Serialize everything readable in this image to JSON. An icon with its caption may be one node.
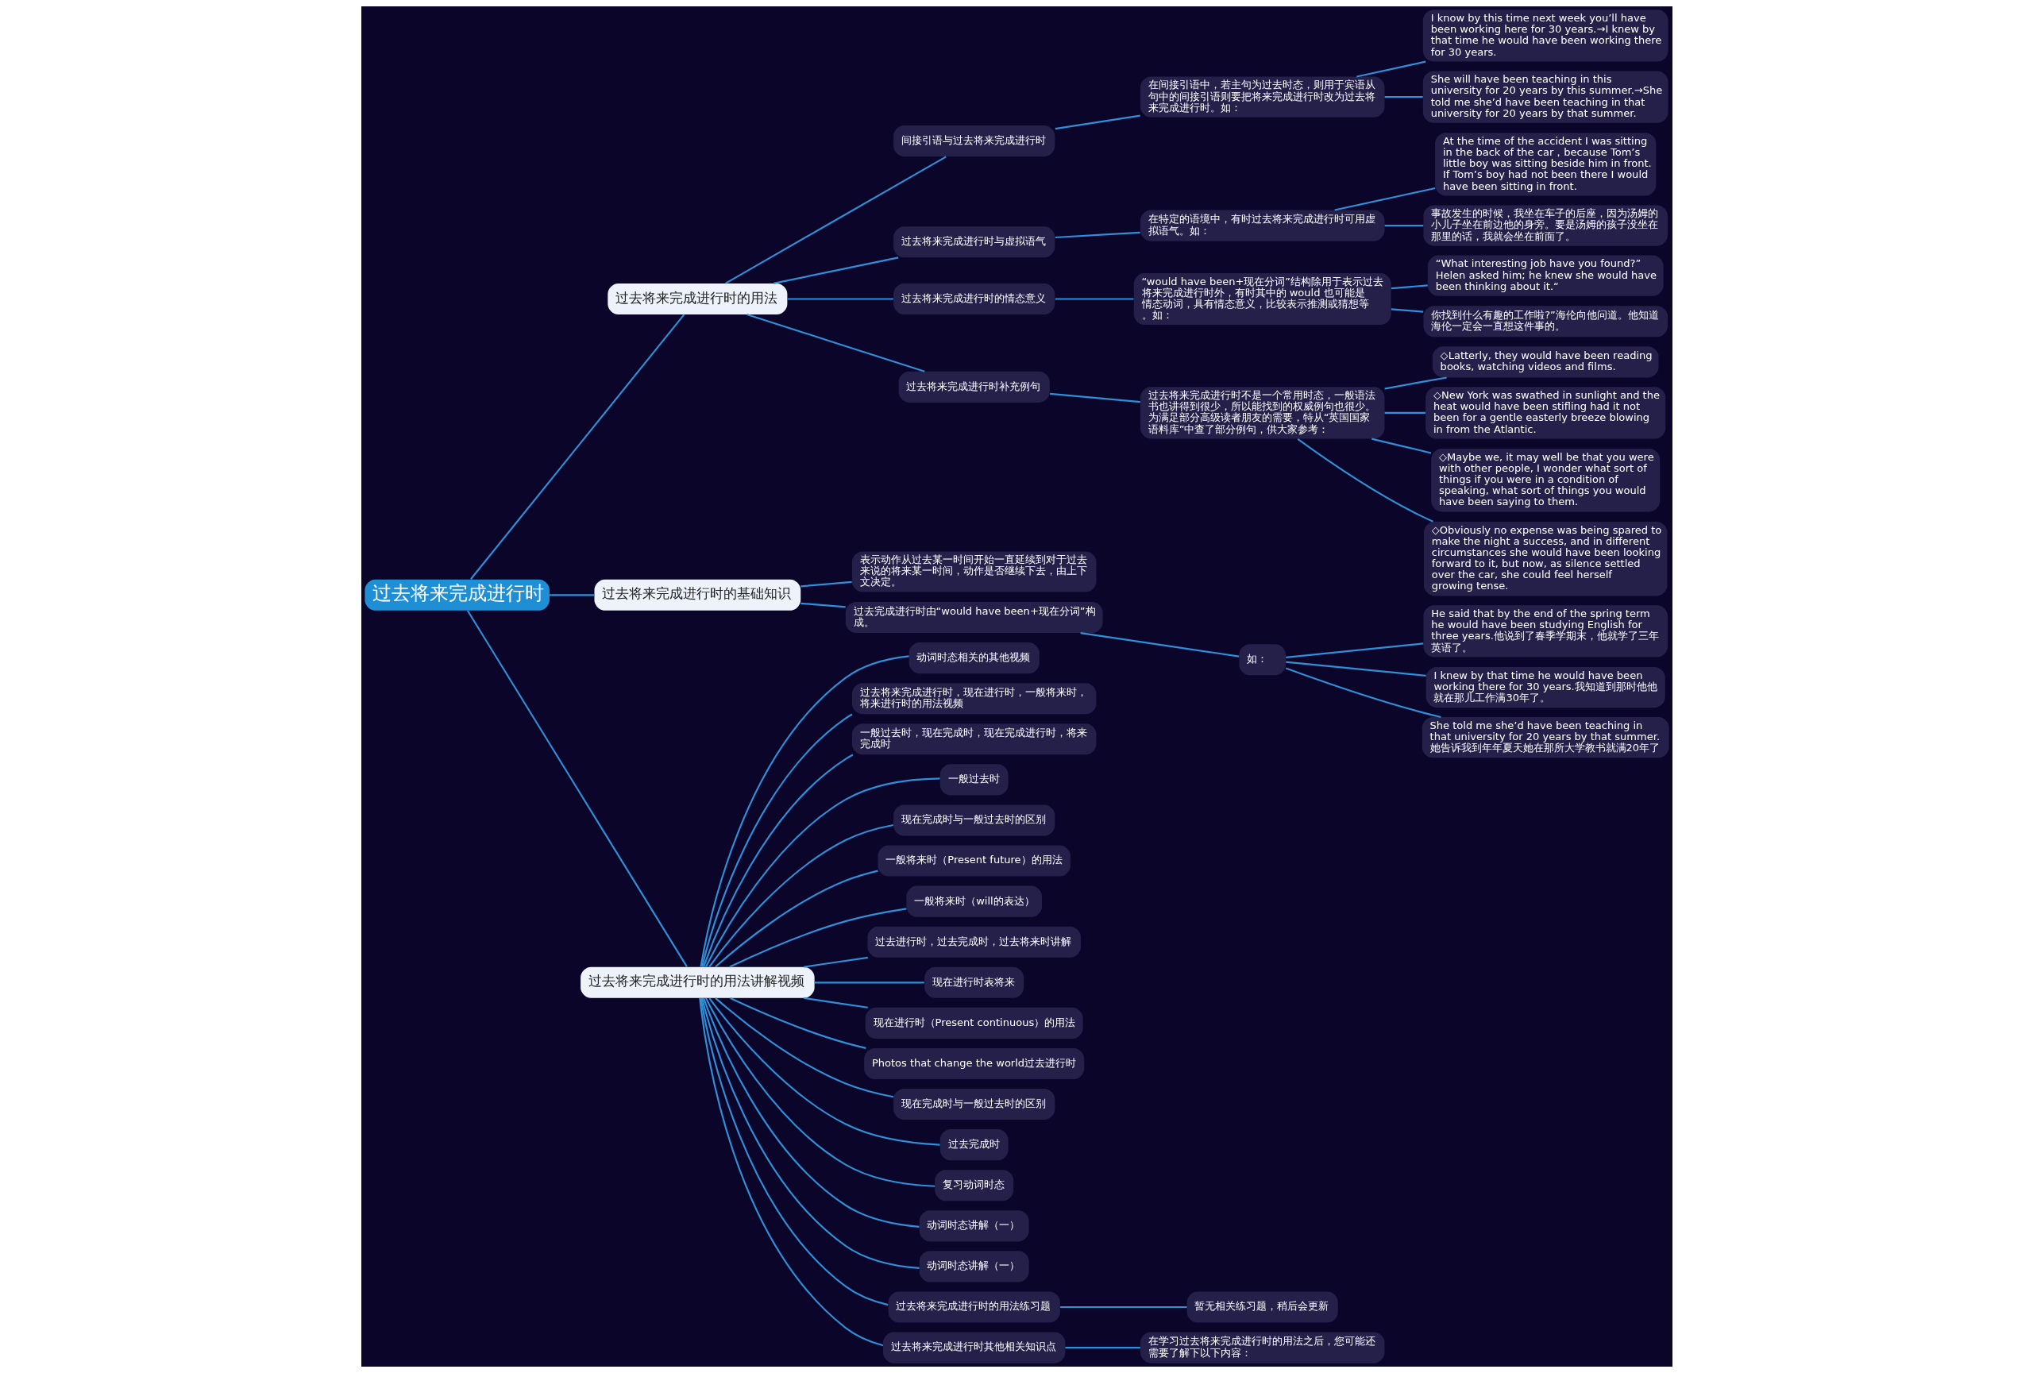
{
  "diagram": {
    "nodes": [
      {
        "text": [
          "过去将来完成进行时"
        ]
      },
      {
        "text": [
          "过去将来完成进行时的用法"
        ]
      },
      {
        "text": [
          "间接引语与过去将来完成进行时"
        ]
      },
      {
        "text": [
          "在间接引语中，若主句为过去时态，则用于宾语从句中的间接引语则要把将来完成进行时改为过去将来完成进行时。如："
        ]
      },
      {
        "text": [
          "I know by this time next week you’ll have been working here for 30 years.→I knew by that time he would have been working there for 30 years."
        ]
      },
      {
        "text": [
          "She will have been teaching in this university for 20 years by this summer.→She told me she’d have been teaching in that university for 20 years by that summer."
        ]
      },
      {
        "text": [
          "过去将来完成进行时与虚拟语气"
        ]
      },
      {
        "text": [
          "在特定的语境中，有时过去将来完成进行时可用虚拟语气。如："
        ]
      },
      {
        "text": [
          "At the time of the accident I was sitting in the back of the car，because Tom’s little boy was sitting beside him in front. If Tom’s boy had not been there I would have been sitting in front."
        ]
      },
      {
        "text": [
          "事故发生的时候，我坐在车子的后座，因为汤姆的小儿子坐在前边他的身旁。要是汤姆的孩子没坐在那里的话，我就会坐在前面了。"
        ]
      },
      {
        "text": [
          "过去将来完成进行时的情态意义"
        ]
      },
      {
        "text": [
          "“would have been+现在分词”结构除用于表示过去将来完成进行时外，有时其中的 would 也可能是情态动词，具有情态意义，比较表示推测或猜想等。如："
        ]
      },
      {
        "text": [
          "“What interesting job have you found?” Helen asked him; he knew she would have been thinking about it.“"
        ]
      },
      {
        "text": [
          "你找到什么有趣的工作啦?”海伦向他问道。他知道海伦一定会一直想这件事的。"
        ]
      },
      {
        "text": [
          "过去将来完成进行时补充例句"
        ]
      },
      {
        "text": [
          "过去将来完成进行时不是一个常用时态，一般语法书也讲得到很少，所以能找到的权威例句也很少。为满足部分高级读者朋友的需要，特从“英国国家语料库”中查了部分例句，供大家参考："
        ]
      },
      {
        "text": [
          "◇Latterly, they would have been reading books, watching videos and films."
        ]
      },
      {
        "text": [
          "◇New York was swathed in sunlight and the heat would have been stifling had it not been for a gentle easterly breeze blowing in from the Atlantic."
        ]
      },
      {
        "text": [
          "◇Maybe we, it may well be that you were with other people, I wonder what sort of things if you were in a condition of speaking, what sort of things you would have been saying to them."
        ]
      },
      {
        "text": [
          "◇Obviously no expense was being spared to make the night a success, and in different circumstances she would have been looking forward to it, but now, as silence settled over the car, she could feel herself growing tense."
        ]
      },
      {
        "text": [
          "过去将来完成进行时的基础知识"
        ]
      },
      {
        "text": [
          "表示动作从过去某一时间开始一直延续到对于过去来说的将来某一时间，动作是否继续下去，由上下文决定。"
        ]
      },
      {
        "text": [
          "过去完成进行时由“would have been+现在分词”构成。"
        ]
      },
      {
        "text": [
          "如："
        ]
      },
      {
        "text": [
          "He said that by the end of the spring term he would have been studying English for three years.他说到了春季学期末，他就学了三年英语了。"
        ]
      },
      {
        "text": [
          "I knew by that time he would have been working there for 30 years.我知道到那时他他就在那儿工作满30年了。"
        ]
      },
      {
        "text": [
          "She told me she’d have been teaching in that university for 20 years by that summer.她告诉我到年年夏天她在那所大学教书就满20年了"
        ]
      },
      {
        "text": [
          "过去将来完成进行时的用法讲解视频"
        ]
      },
      {
        "text": [
          "动词时态相关的其他视频"
        ]
      },
      {
        "text": [
          "过去将来完成进行时，现在进行时，一般将来时，将来进行时的用法视频"
        ]
      },
      {
        "text": [
          "一般过去时，现在完成时，现在完成进行时，将来完成时"
        ]
      },
      {
        "text": [
          "一般过去时"
        ]
      },
      {
        "text": [
          "现在完成时与一般过去时的区别"
        ]
      },
      {
        "text": [
          "一般将来时（Present future）的用法"
        ]
      },
      {
        "text": [
          "一般将来时（will的表达）"
        ]
      },
      {
        "text": [
          "过去进行时，过去完成时，过去将来时讲解"
        ]
      },
      {
        "text": [
          "现在进行时表将来"
        ]
      },
      {
        "text": [
          "现在进行时（Present continuous）的用法"
        ]
      },
      {
        "text": [
          "Photos that change the world过去进行时"
        ]
      },
      {
        "text": [
          "现在完成时与一般过去时的区别"
        ]
      },
      {
        "text": [
          "过去完成时"
        ]
      },
      {
        "text": [
          "复习动词时态"
        ]
      },
      {
        "text": [
          "动词时态讲解（一）"
        ]
      },
      {
        "text": [
          "动词时态讲解（一）"
        ]
      },
      {
        "text": [
          "过去将来完成进行时的用法练习题"
        ]
      },
      {
        "text": [
          "暂无相关练习题，稍后会更新"
        ]
      },
      {
        "text": [
          "过去将来完成进行时其他相关知识点"
        ]
      },
      {
        "text": [
          "在学习过去将来完成进行时的用法之后，您可能还需要了解下以下内容："
        ]
      }
    ],
    "edges": [
      {
        "from": 0,
        "to": 1,
        "arrow": "none"
      },
      {
        "from": 1,
        "to": 2,
        "arrow": "none"
      },
      {
        "from": 2,
        "to": 3,
        "arrow": "none"
      },
      {
        "from": 3,
        "to": 4,
        "arrow": "none"
      },
      {
        "from": 3,
        "to": 5,
        "arrow": "none"
      },
      {
        "from": 1,
        "to": 6,
        "arrow": "none"
      },
      {
        "from": 6,
        "to": 7,
        "arrow": "none"
      },
      {
        "from": 7,
        "to": 8,
        "arrow": "none"
      },
      {
        "from": 7,
        "to": 9,
        "arrow": "none"
      },
      {
        "from": 1,
        "to": 10,
        "arrow": "none"
      },
      {
        "from": 10,
        "to": 11,
        "arrow": "none"
      },
      {
        "from": 11,
        "to": 12,
        "arrow": "none"
      },
      {
        "from": 11,
        "to": 13,
        "arrow": "none"
      },
      {
        "from": 1,
        "to": 14,
        "arrow": "none"
      },
      {
        "from": 14,
        "to": 15,
        "arrow": "none"
      },
      {
        "from": 15,
        "to": 16,
        "arrow": "none"
      },
      {
        "from": 15,
        "to": 17,
        "arrow": "none"
      },
      {
        "from": 15,
        "to": 18,
        "arrow": "none"
      },
      {
        "from": 15,
        "to": 19,
        "arrow": "none"
      },
      {
        "from": 0,
        "to": 20,
        "arrow": "none"
      },
      {
        "from": 20,
        "to": 21,
        "arrow": "none"
      },
      {
        "from": 20,
        "to": 22,
        "arrow": "none"
      },
      {
        "from": 22,
        "to": 23,
        "arrow": "none"
      },
      {
        "from": 23,
        "to": 24,
        "arrow": "none"
      },
      {
        "from": 23,
        "to": 25,
        "arrow": "none"
      },
      {
        "from": 23,
        "to": 26,
        "arrow": "none"
      },
      {
        "from": 0,
        "to": 27,
        "arrow": "none"
      },
      {
        "from": 27,
        "to": 28,
        "arrow": "none"
      },
      {
        "from": 27,
        "to": 29,
        "arrow": "none"
      },
      {
        "from": 27,
        "to": 30,
        "arrow": "none"
      },
      {
        "from": 27,
        "to": 31,
        "arrow": "none"
      },
      {
        "from": 27,
        "to": 32,
        "arrow": "none"
      },
      {
        "from": 27,
        "to": 33,
        "arrow": "none"
      },
      {
        "from": 27,
        "to": 34,
        "arrow": "none"
      },
      {
        "from": 27,
        "to": 35,
        "arrow": "none"
      },
      {
        "from": 27,
        "to": 36,
        "arrow": "none"
      },
      {
        "from": 27,
        "to": 37,
        "arrow": "none"
      },
      {
        "from": 27,
        "to": 38,
        "arrow": "none"
      },
      {
        "from": 27,
        "to": 39,
        "arrow": "none"
      },
      {
        "from": 27,
        "to": 40,
        "arrow": "none"
      },
      {
        "from": 27,
        "to": 41,
        "arrow": "none"
      },
      {
        "from": 27,
        "to": 42,
        "arrow": "none"
      },
      {
        "from": 27,
        "to": 43,
        "arrow": "none"
      },
      {
        "from": 27,
        "to": 44,
        "arrow": "none"
      },
      {
        "from": 44,
        "to": 45,
        "arrow": "none"
      },
      {
        "from": 27,
        "to": 46,
        "arrow": "none"
      },
      {
        "from": 46,
        "to": 47,
        "arrow": "none"
      }
    ]
  }
}
